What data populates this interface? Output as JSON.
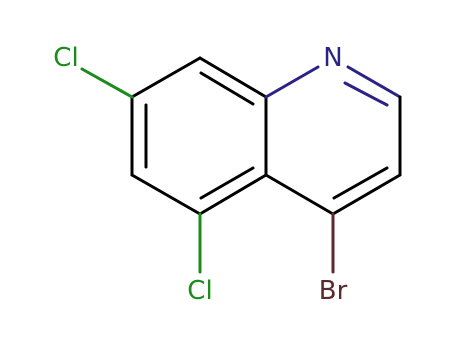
{
  "molecule": {
    "atoms": {
      "N": {
        "label": "N",
        "color": "#2a2385"
      },
      "Cl7": {
        "label": "Cl",
        "color": "#1a8c1a"
      },
      "Cl5": {
        "label": "Cl",
        "color": "#1a8c1a"
      },
      "Br": {
        "label": "Br",
        "color": "#5c2a2a"
      }
    },
    "colors": {
      "carbon_bond": "#000000",
      "nitrogen_bond": "#2a2385",
      "chlorine_bond": "#1a8c1a",
      "bromine_bond": "#5c2a2a"
    }
  }
}
